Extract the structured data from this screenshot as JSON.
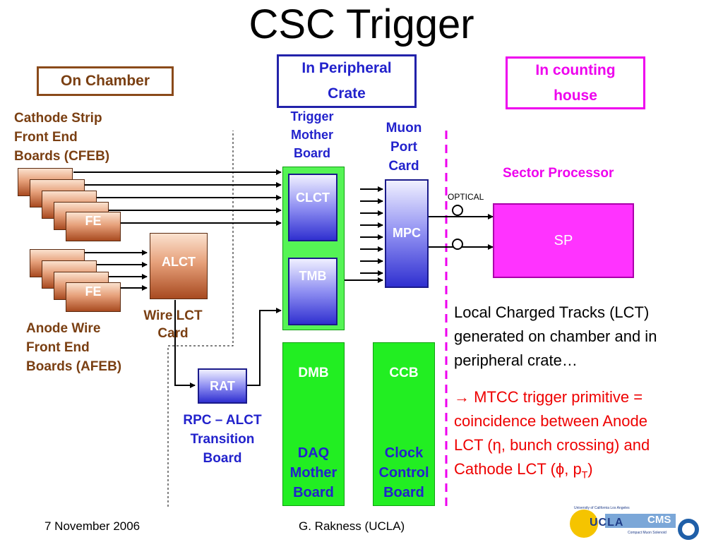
{
  "title": "CSC Trigger",
  "region_labels": {
    "on_chamber": "On Chamber",
    "peripheral_line1": "In Peripheral",
    "peripheral_line2": "Crate",
    "counting_line1": "In counting",
    "counting_line2": "house"
  },
  "cfeb_label": [
    "Cathode Strip",
    "Front End",
    "Boards (CFEB)"
  ],
  "afeb_label": [
    "Anode Wire",
    "Front End",
    "Boards (AFEB)"
  ],
  "fe_label": "FE",
  "alct_label": "ALCT",
  "wire_lct_label": [
    "Wire LCT",
    "Card"
  ],
  "rat_label": "RAT",
  "rpc_label": [
    "RPC – ALCT",
    "Transition",
    "Board"
  ],
  "tmb_heading": [
    "Trigger",
    "Mother",
    "Board"
  ],
  "clct_label": "CLCT",
  "tmb_label": "TMB",
  "mpc_heading": [
    "Muon",
    "Port",
    "Card"
  ],
  "mpc_label": "MPC",
  "dmb_label": "DMB",
  "dmb_desc": [
    "DAQ",
    "Mother",
    "Board"
  ],
  "ccb_label": "CCB",
  "ccb_desc": [
    "Clock",
    "Control",
    "Board"
  ],
  "optical_label": "OPTICAL",
  "sector_processor_label": "Sector Processor",
  "sp_label": "SP",
  "lct_text": [
    "Local Charged Tracks (LCT)",
    "generated on chamber and in",
    "peripheral crate…"
  ],
  "mtcc_text": {
    "line1": "→ MTCC trigger primitive =",
    "line2": "coincidence between Anode",
    "line3": "LCT (η, bunch crossing) and",
    "line4_prefix": "Cathode LCT (ϕ, p",
    "line4_sub": "T",
    "line4_suffix": ")"
  },
  "footer_date": "7 November 2006",
  "footer_author": "G. Rakness (UCLA)",
  "logo": {
    "ucla_top": "University of California Los Angeles",
    "ucla": "UCLA",
    "cms": "CMS",
    "cms_sub": "Compact Muon Solenoid"
  },
  "colors": {
    "brown_text": "#7a3f12",
    "blue_text": "#2222cc",
    "magenta": "#ee00ee",
    "green": "#22ee22",
    "red_text": "#ee0000"
  }
}
